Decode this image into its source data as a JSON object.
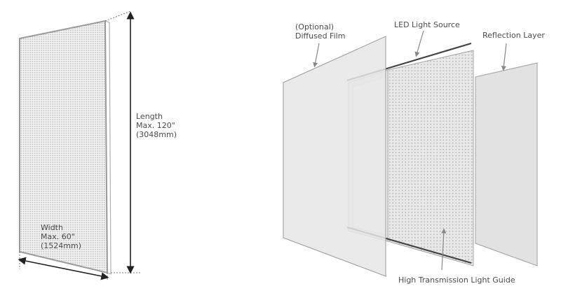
{
  "left_panel": {
    "length_label": [
      "Length",
      "Max. 120\"",
      "(3048mm)"
    ],
    "width_label": [
      "Width",
      "Max. 60\"",
      "(1524mm)"
    ]
  },
  "right_panel": {
    "diffused_film_label": [
      "(Optional)",
      "Diffused Film"
    ],
    "led_source_label": "LED Light Source",
    "reflection_layer_label": "Reflection Layer",
    "light_guide_label": "High Transmission Light Guide"
  },
  "colors": {
    "frame": "#999999",
    "grid": "#c8c8c8",
    "sheet_fill": "#e4e4e4",
    "sheet_edge": "#9a9a9a",
    "led_bar": "#444444",
    "arrow": "#888888",
    "dimension_line": "#222222"
  }
}
